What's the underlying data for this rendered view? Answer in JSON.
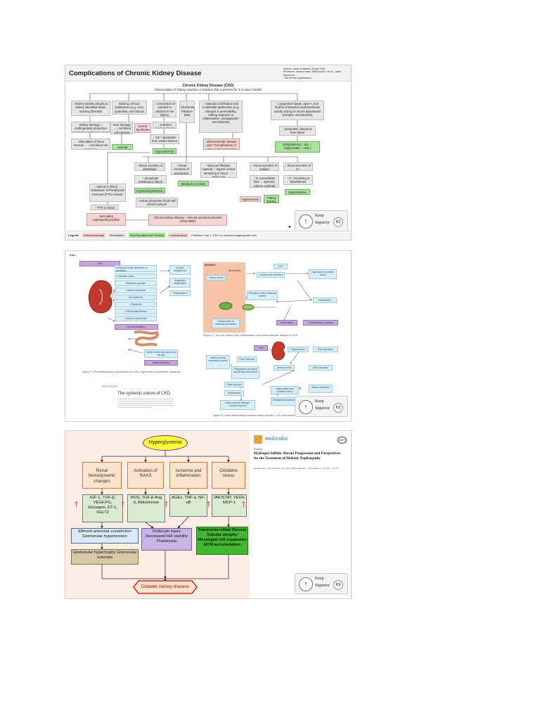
{
  "panel1": {
    "title": "Complications of Chronic Kidney Disease",
    "authors": "Authors: Samir Ovalokelo, Brooke Fells\nReviewers: Jessica Krahn, Nikita Anaei, Yue Yu, Julian Hammond\n* MD at time of publication",
    "subtitle": "Chronic Kidney Disease (CKD)",
    "subtitle2": "Abnormalities of kidney structure or function that is present for 3 or more months",
    "boxes": {
      "b1": "↑Kidney tubules atrophy & kidney interstitial tissue scarring (fibrosis)",
      "b2": "Kidney damage ↓ erythropoietin production (normally a kidney function)",
      "b3": "↓Stimulation of bone marrow → ↓ red blood cell production",
      "b4": "Build-up of toxic substances (e.g. urea, guanidino, and indoxyl sulfate)",
      "b5": "Toxic damage → ↓ red blood cell survival",
      "b6": "Uremic Syndrome",
      "b7": "Anemia",
      "b8": "↓ Conversion of calcidiol to calcitriol in the kidney",
      "b9": "↓ Calcitriol levels in blood",
      "b10": "↓ Ca²⁺ absorption from small intestine",
      "b11": "Hypocalcemia",
      "b12": "↓ Glomerular Filtration Rate",
      "b13": "↑ Vascular calcification and endothelial dysfunction (e.g. changes in permeability, clotting response to inflammation, prostaglandin mechanisms)",
      "b14": "Atherosclerotic disease (see \"Complications of Atherosclerosis\" slide)",
      "b15": "↑ Lipoprotein lipase, apoA-I, and lecithin-cholesterol acyltransferase activity acting on serum lipoproteins (complex mechanisms)",
      "b16": "↓ lipoprotein clearance from blood",
      "b17": "Dyslipidemia (↑ LDL, ↑ triglycerides, ↓ HDL)",
      "b18": "↓ Renal excretion of phosphate",
      "b19": "↑ phosphate remaining in blood stream",
      "b20": "Hyperphosphatemia",
      "b21": "↓ Renal excretion of ammonium",
      "b22": "Reduced filtration capacity ↑ organic anions remaining in blood → ↑ anion gap",
      "b23": "Metabolic Acidosis",
      "b24": "↓ Renal excretion of sodium",
      "b25": "↑ in extracellular fluid → systemic volume overload",
      "b26": "Hypertension",
      "b27": "Pitting Edema",
      "b28": "↓ Renal excretion of K⁺",
      "b29": "↑ K⁺ remaining in bloodstream",
      "b30": "Hyperkalemia",
      "b31": "↓ calcium in blood → stimulation of Parathyroid hormone (PTH) release",
      "b32": "↑ PTH in blood",
      "b33": "↑ serum phosphate binds with ionized calcium",
      "b34": "Secondary Hyperparathyroidism",
      "b35": "Chronic kidney disease – mineral and bone disorder (CKD-MBD)"
    },
    "legend": {
      "label": "Legend:",
      "items": [
        "Pathophysiology",
        "Mechanism",
        "Sign/Symptom/Lab Finding",
        "Complications"
      ],
      "published": "Published Jan 4, 2022 on www.thecalgaryguide.com"
    }
  },
  "badge": {
    "line1": "Keep",
    "line2": "Superior",
    "up_arrow": "↑",
    "icon": "KS"
  },
  "panel2": {
    "top_label": "Kinn",
    "kidney_label": "CKD",
    "list": [
      "• Reduced renal clearance of cytokines",
      "• Oxidative stress",
      "Metabolic acidosis",
      "• Insulin resistance",
      "Gut dysbiosis",
      "• Dysbiosis",
      "• Periodontal disease",
      "• Immune dysfunction"
    ],
    "right_col": [
      "Genetic background",
      "Epigenetic modification",
      "Inflammation"
    ],
    "fat_label": "Fat accumulation",
    "uremic": "Uremic toxins absorbed from the gut",
    "intestinal": "Intestinal barrier",
    "fig3_caption": "Figure 3 | Proinflammatory mechanisms in CKD. High levels of cytokines, metabolic",
    "reviews": "REVIEWS",
    "systemic_title": "The systemic nature of CKD",
    "gut_boxes": {
      "intestine": "Intestine",
      "microbiota": "Microbiota",
      "ckd": "CKD",
      "uremic_toxins": "Uremic toxins",
      "retention": "Uremic toxin retention",
      "high_levels": "High levels of uremic toxins",
      "disruption": "Disruption of the intestinal barrier",
      "inflammation": "Inflammation",
      "translocation": "Translocation of intestinal microbiota",
      "heart_failure": "Heart failure",
      "cvd": "Cardiovascular disease"
    },
    "fig4_caption": "Figure 4 | The gut–kidney axis, inflammation and cardiovascular disease in CKD.",
    "sleep_boxes": {
      "ckd": "CKD",
      "hypertension": "Hypertension",
      "raa": "RAA activation",
      "fluid": "Fluid overload",
      "uremic": "Uremic toxins",
      "sns": "SNS activation",
      "pharyngeal": "Pharyngeal narrowing and airway obstruction",
      "sleep_apnoea": "Sleep apnoea",
      "hypoxaemia": "Hypoxaemia",
      "inflammation": "Inflammation and oxidative stress",
      "insulin": "Insulin resistance",
      "endothelial": "Endothelial dysfunction",
      "microvascular": "↑ Microvascular damage ↑ Cerebral hypoxia",
      "altered": "Altered central respiratory control"
    },
    "fig5_caption": "Figure 5 | Inter-relationships between sleep apnoea, CKD and hemotropism"
  },
  "panel3": {
    "hyperglycemia": "Hyperglycemia",
    "causes": [
      "Renal hemodynamic changes",
      "Activation of RAAS",
      "Ischemia and Inflammation",
      "Oxidative stress"
    ],
    "mediators": [
      "IGF-1, TGF-β, VEGF,PG, Glucagon, ET-1, SGLT2",
      "ROS, TGF-β Ang II, Aldosterose",
      "AGEs, TNF-α, NF-κB",
      "JAK/STAT, VEGF, MCP-1"
    ],
    "efferent": "Efferent arteriolar constriction Glomerular hypertension",
    "glomerular": "Glomerular hypertrophy Glomerular sclerosis",
    "podocyte": "Podocyte injury Decreased HIF stability Proteinuria",
    "tubulo": "Tubulointerstitial fibrosis Tubular atrophy Mesangial cell expansion ECM accumulation",
    "outcome": "Diabetic kidney disease",
    "journal": "molecules",
    "article_type": "Review",
    "article_title": "Hydrogen Sulfide: Recent Progression and Perspectives for the Treatment of Diabetic Nephropathy",
    "authors": "Hai-Jian Sun ¹, Zhi-Yuan Wu ², Lei Cao ³, Meng-Yuan Zhu ², Tong-Tong Liu ², Lei Guo ⁴, Yi Lin ⁵",
    "logo": "MDPI"
  },
  "colors": {
    "green": "#a7e59a",
    "grey": "#e6e6e6",
    "pink": "#f3d6d2",
    "blue": "#d9eef9",
    "purple": "#c6a6db",
    "orange": "#e07a2a",
    "red": "#e00000"
  }
}
